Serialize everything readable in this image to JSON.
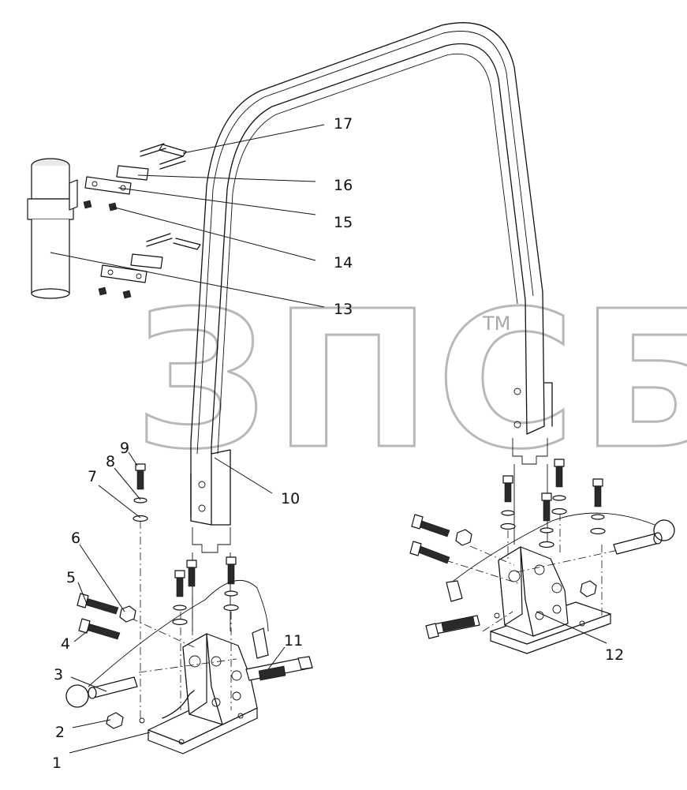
{
  "watermark": {
    "text": "ЗПСБ",
    "trademark": "TM"
  },
  "callouts": [
    "1",
    "2",
    "3",
    "4",
    "5",
    "6",
    "7",
    "8",
    "9",
    "10",
    "11",
    "12",
    "13",
    "14",
    "15",
    "16",
    "17"
  ],
  "colors": {
    "line": "#111111",
    "watermark": "#b8b8b8",
    "background": "#ffffff"
  }
}
